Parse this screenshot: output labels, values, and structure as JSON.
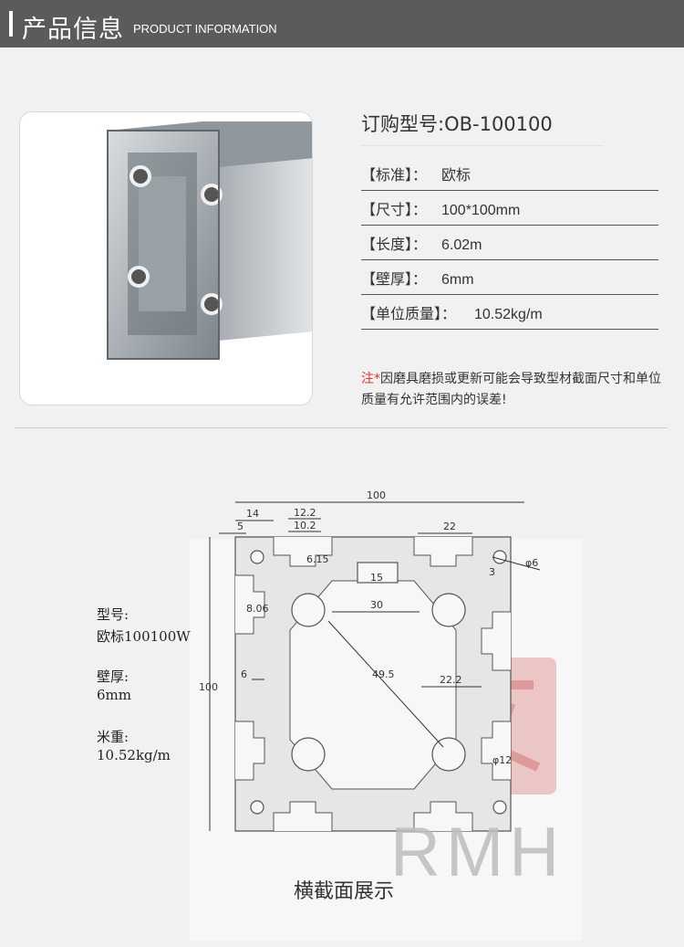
{
  "header": {
    "title": "产品信息",
    "subtitle": "PRODUCT INFORMATION"
  },
  "product": {
    "order_label": "订购型号:OB-100100",
    "specs": [
      {
        "key": "【标准】：",
        "value": "欧标"
      },
      {
        "key": "【尺寸】：",
        "value": "100*100mm"
      },
      {
        "key": "【长度】：",
        "value": "6.02m"
      },
      {
        "key": "【壁厚】：",
        "value": "6mm"
      },
      {
        "key": "【单位质量】：",
        "value": "10.52kg/m"
      }
    ],
    "note_star": "注*",
    "note_text": "因磨具磨损或更新可能会导致型材截面尺寸和单位质量有允许范围内的误差!"
  },
  "drawing": {
    "labels": {
      "model_title": "型号:",
      "model_value": "欧标100100W",
      "wall_title": "壁厚:",
      "wall_value": "6mm",
      "weight_title": "米重:",
      "weight_value": "10.52kg/m"
    },
    "dims": {
      "total_w": "100",
      "total_h": "100",
      "d14": "14",
      "d5": "5",
      "d12_2": "12.2",
      "d10_2": "10.2",
      "d22": "22",
      "d6_15": "6.15",
      "d15": "15",
      "d8_06": "8.06",
      "d30": "30",
      "phi6": "φ6",
      "d3": "3",
      "d6": "6",
      "d49_5": "49.5",
      "d22_2": "22.2",
      "phi12": "φ12"
    },
    "caption": "横截面展示",
    "watermark": "RMH"
  },
  "colors": {
    "header_bg": "#5b5b5b",
    "note_star": "#e0352b",
    "stamp": "#e8b4b4"
  }
}
